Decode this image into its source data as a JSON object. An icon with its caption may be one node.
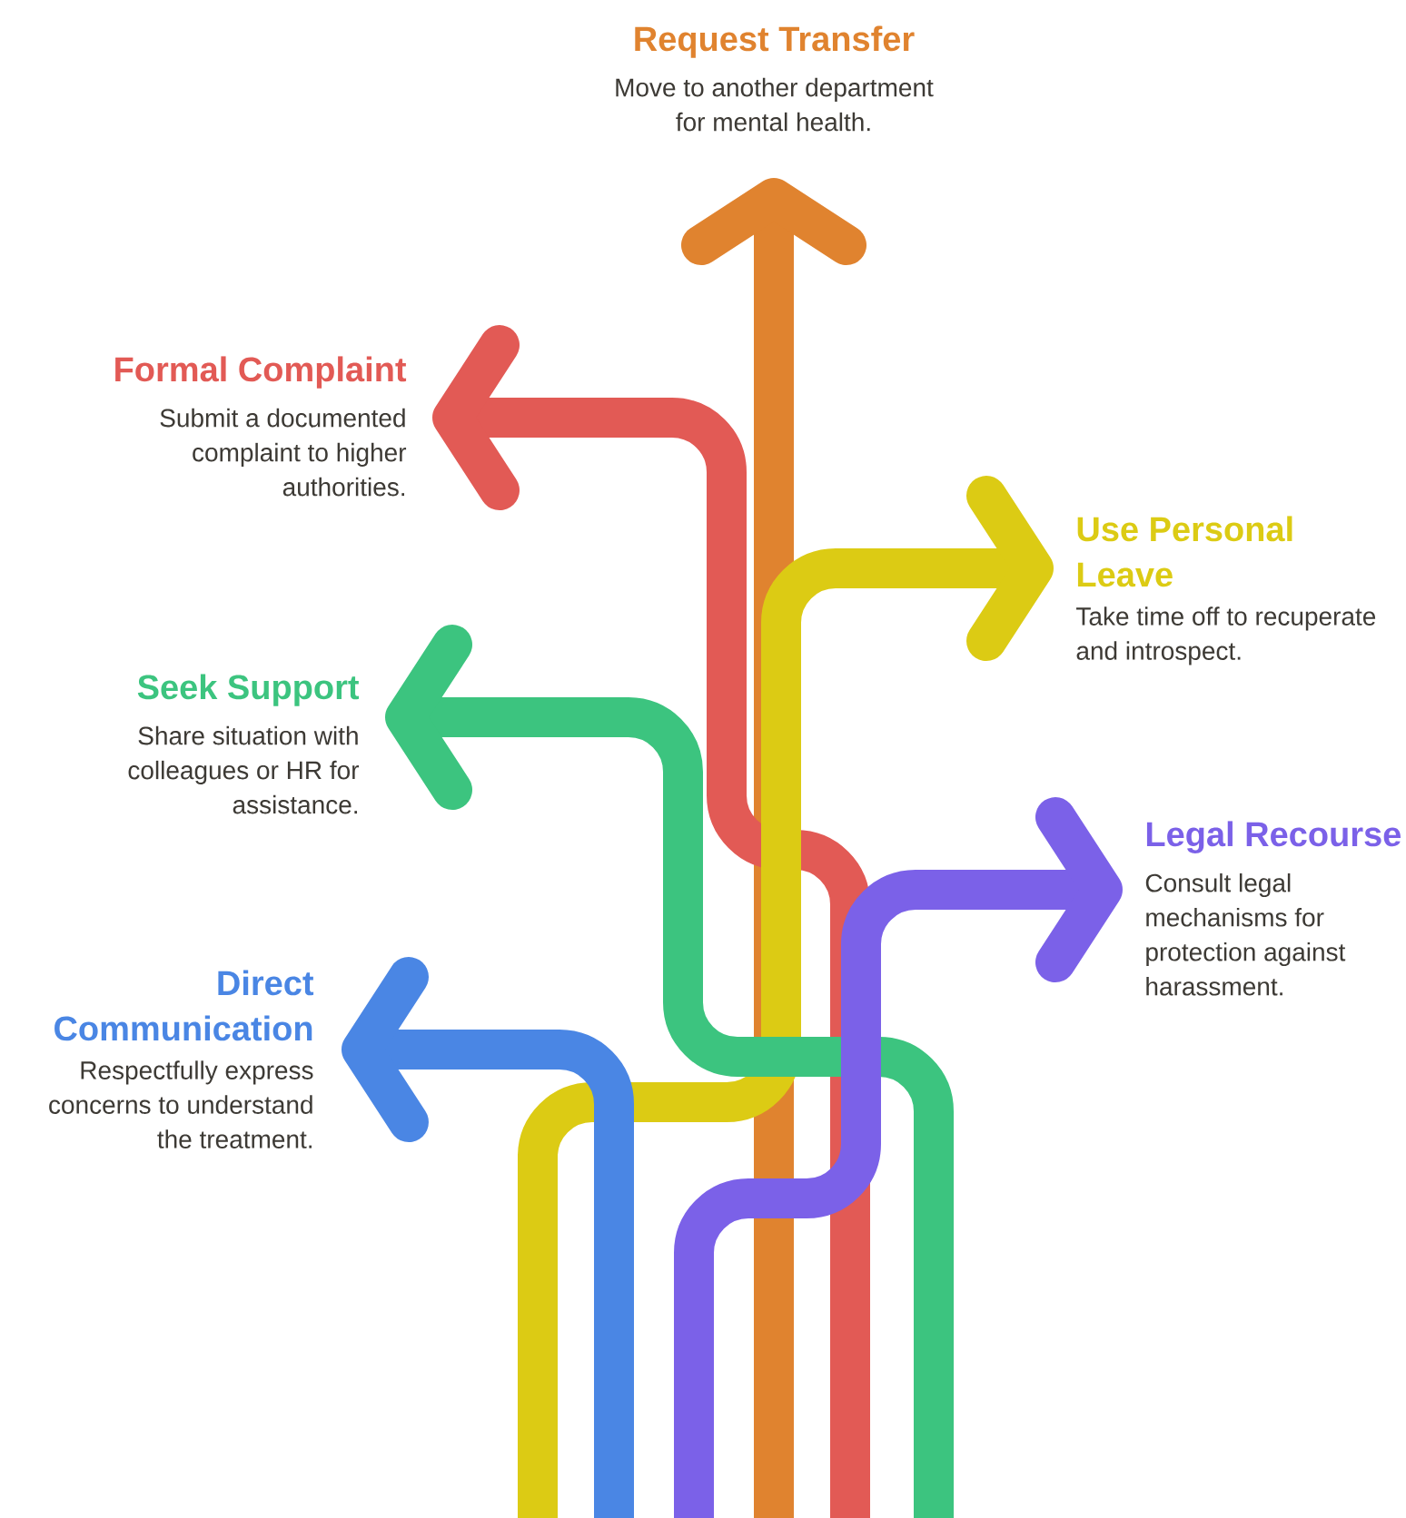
{
  "diagram": {
    "nodes": [
      {
        "text": [
          "Request Transfer",
          "Move to another department for mental health."
        ]
      },
      {
        "text": [
          "Formal Complaint",
          "Submit a documented complaint to higher authorities."
        ]
      },
      {
        "text": [
          "Use Personal Leave",
          "Take time off to recuperate and introspect."
        ]
      },
      {
        "text": [
          "Seek Support",
          "Share situation with colleagues or HR for assistance."
        ]
      },
      {
        "text": [
          "Legal Recourse",
          "Consult legal mechanisms for protection against harassment."
        ]
      },
      {
        "text": [
          "Direct Communication",
          "Respectfully express concerns to understand the treatment."
        ]
      }
    ],
    "edges": [
      {
        "from": null,
        "to": 0,
        "arrow": "to",
        "color": "#e0832f"
      },
      {
        "from": null,
        "to": 1,
        "arrow": "to",
        "color": "#e25a55"
      },
      {
        "from": null,
        "to": 2,
        "arrow": "to",
        "color": "#dccb14"
      },
      {
        "from": null,
        "to": 3,
        "arrow": "to",
        "color": "#3cc47f"
      },
      {
        "from": null,
        "to": 4,
        "arrow": "to",
        "color": "#7b61e8"
      },
      {
        "from": null,
        "to": 5,
        "arrow": "to",
        "color": "#4a86e4"
      }
    ]
  }
}
